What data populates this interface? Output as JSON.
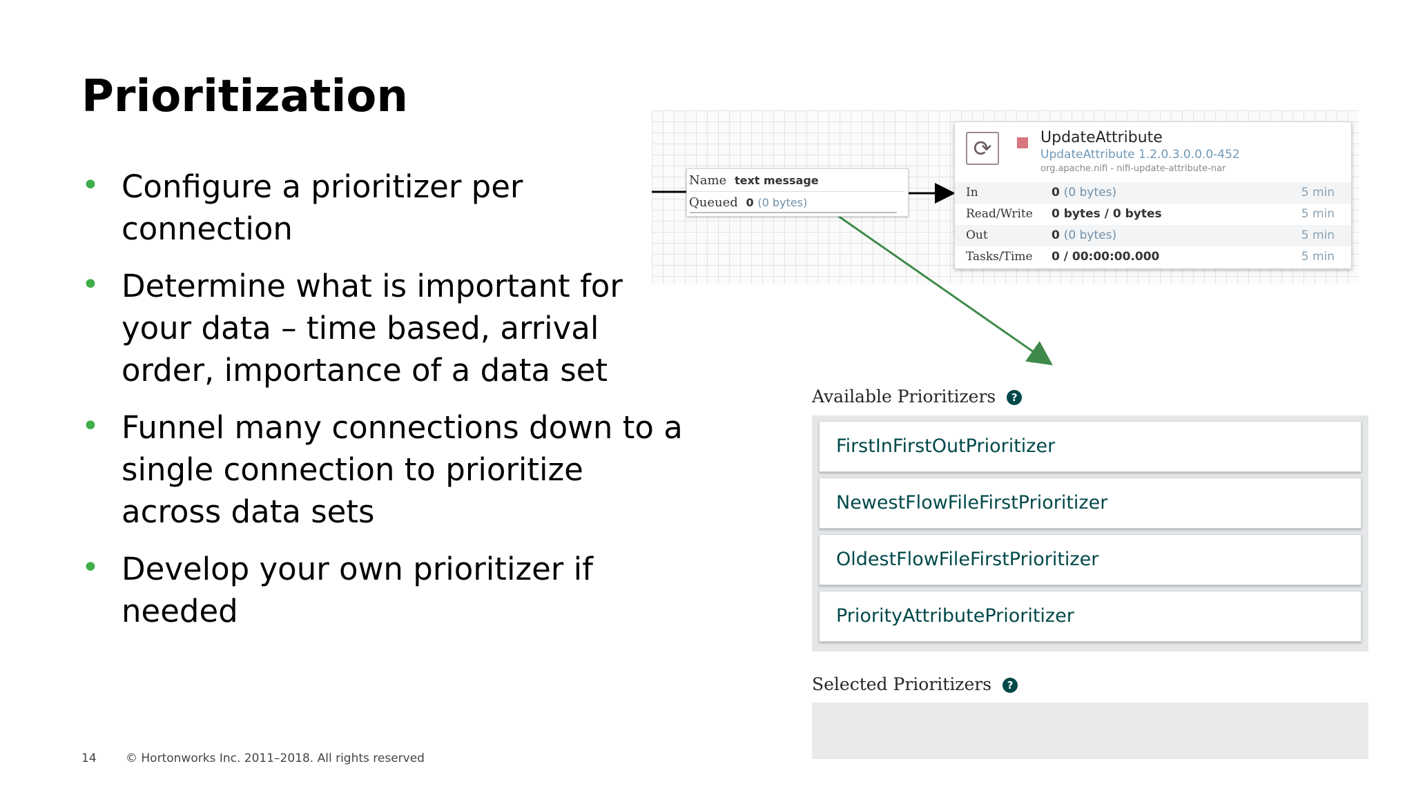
{
  "slide": {
    "title": "Prioritization",
    "bullets": [
      "Configure a prioritizer per connection",
      "Determine what is important for your data – time based, arrival order, importance of a data set",
      "Funnel many connections down to a single connection to prioritize across data sets",
      "Develop your own prioritizer if needed"
    ],
    "page_number": "14",
    "copyright": "© Hortonworks Inc. 2011–2018. All rights reserved"
  },
  "connection": {
    "name_label": "Name",
    "name_value": "text message",
    "queued_label": "Queued",
    "queued_value": "0",
    "queued_sub": "(0 bytes)"
  },
  "processor": {
    "icon": "refresh-icon",
    "status_color": "#d7767d",
    "name": "UpdateAttribute",
    "version": "UpdateAttribute 1.2.0.3.0.0.0-452",
    "bundle": "org.apache.nifi - nifi-update-attribute-nar",
    "stats": [
      {
        "label": "In",
        "value": "0",
        "sub": "(0 bytes)",
        "time": "5 min"
      },
      {
        "label": "Read/Write",
        "value": "0 bytes / 0 bytes",
        "sub": "",
        "time": "5 min"
      },
      {
        "label": "Out",
        "value": "0",
        "sub": "(0 bytes)",
        "time": "5 min"
      },
      {
        "label": "Tasks/Time",
        "value": "0 / 00:00:00.000",
        "sub": "",
        "time": "5 min"
      }
    ]
  },
  "prioritizers": {
    "available_label": "Available Prioritizers",
    "available": [
      "FirstInFirstOutPrioritizer",
      "NewestFlowFileFirstPrioritizer",
      "OldestFlowFileFirstPrioritizer",
      "PriorityAttributePrioritizer"
    ],
    "selected_label": "Selected Prioritizers",
    "selected": [],
    "help_glyph": "?"
  },
  "colors": {
    "bullet": "#3fae49",
    "arrow": "#3f8a4a",
    "prioritizer_text": "#004849",
    "help_icon": "#004849"
  }
}
